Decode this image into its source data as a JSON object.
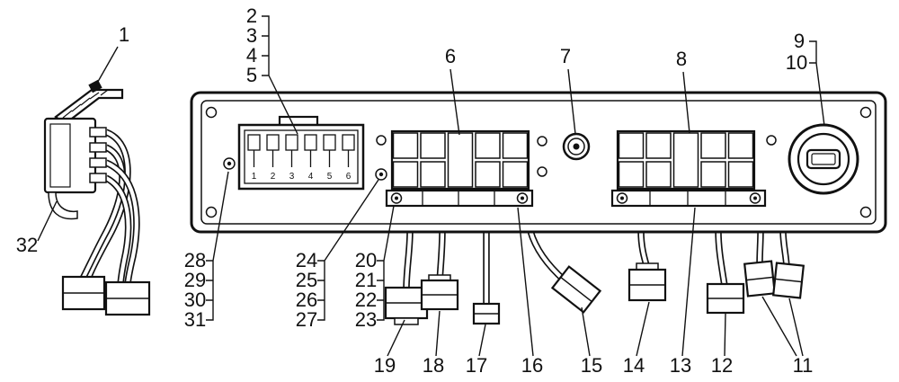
{
  "colors": {
    "ink": "#111111",
    "paper": "#ffffff"
  },
  "callouts": {
    "1": "1",
    "2": "2",
    "3": "3",
    "4": "4",
    "5": "5",
    "6": "6",
    "7": "7",
    "8": "8",
    "9": "9",
    "10": "10",
    "11": "11",
    "12": "12",
    "13": "13",
    "14": "14",
    "15": "15",
    "16": "16",
    "17": "17",
    "18": "18",
    "19": "19",
    "20": "20",
    "21": "21",
    "22": "22",
    "23": "23",
    "24": "24",
    "25": "25",
    "26": "26",
    "27": "27",
    "28": "28",
    "29": "29",
    "30": "30",
    "31": "31",
    "32": "32"
  },
  "connector_block": {
    "terminal_labels": [
      "1",
      "2",
      "3",
      "4",
      "5",
      "6"
    ]
  }
}
